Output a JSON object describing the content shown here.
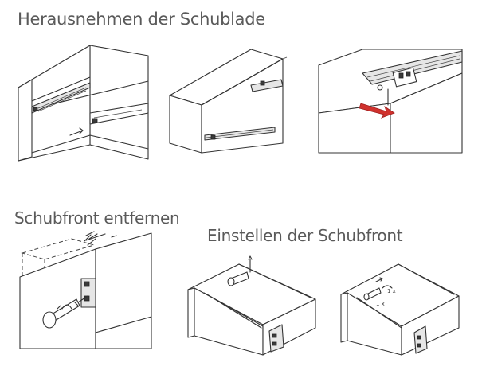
{
  "headings": {
    "remove_drawer": "Herausnehmen der Schublade",
    "remove_front": "Schubfront entfernen",
    "adjust_front": "Einstellen der Schubfront"
  },
  "figures": {
    "adjust_front_detail": {
      "label_left": "1 x",
      "label_right": "1 x"
    }
  },
  "colors": {
    "heading_text": "#5a5a5a",
    "line_art": "#333333",
    "accent_arrow": "#d0312d"
  }
}
